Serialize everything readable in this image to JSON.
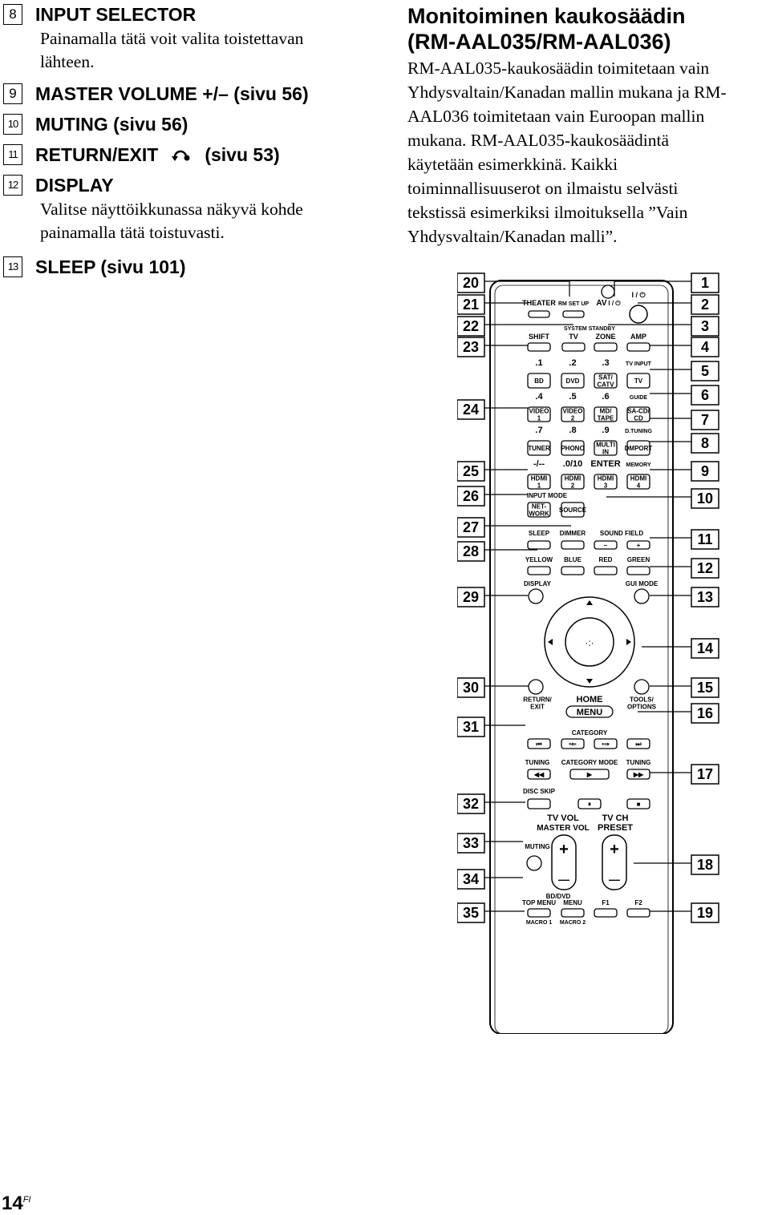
{
  "left_items": [
    {
      "num": "8",
      "title": "INPUT SELECTOR",
      "desc": [
        "Painamalla tätä voit valita toistettavan",
        "lähteen."
      ]
    },
    {
      "num": "9",
      "title": "MASTER VOLUME +/– (sivu 56)",
      "desc": []
    },
    {
      "num": "10",
      "title": "MUTING (sivu 56)",
      "desc": []
    },
    {
      "num": "11",
      "title": "RETURN/EXIT",
      "title_suffix": "(sivu 53)",
      "desc": []
    },
    {
      "num": "12",
      "title": "DISPLAY",
      "desc": [
        "Valitse näyttöikkunassa näkyvä kohde",
        "painamalla tätä toistuvasti."
      ]
    },
    {
      "num": "13",
      "title": "SLEEP (sivu 101)",
      "desc": []
    }
  ],
  "right_title": [
    "Monitoiminen kaukosäädin",
    "(RM-AAL035/RM-AAL036)"
  ],
  "right_body": [
    "RM-AAL035-kaukosäädin toimitetaan vain",
    "Yhdysvaltain/Kanadan mallin mukana ja RM-",
    "AAL036 toimitetaan vain Euroopan mallin",
    "mukana. RM-AAL035-kaukosäädintä",
    "käytetään esimerkkinä. Kaikki",
    "toiminnallisuuserot on ilmaistu selvästi",
    "tekstissä esimerkiksi ilmoituksella ”Vain",
    "Yhdysvaltain/Kanadan malli”."
  ],
  "callouts_left": [
    "20",
    "21",
    "22",
    "23",
    "24",
    "25",
    "26",
    "27",
    "28",
    "29",
    "30",
    "31",
    "32",
    "33",
    "34",
    "35"
  ],
  "callouts_right": [
    "1",
    "2",
    "3",
    "4",
    "5",
    "6",
    "7",
    "8",
    "9",
    "10",
    "11",
    "12",
    "13",
    "14",
    "15",
    "16",
    "17",
    "18",
    "19"
  ],
  "remote": {
    "row1": [
      "THEATER",
      "RM SET UP",
      "AV",
      "I / ⏻"
    ],
    "system_standby": "SYSTEM STANDBY",
    "row2": [
      "SHIFT",
      "TV",
      "ZONE",
      "AMP"
    ],
    "keypad": [
      [
        ".1",
        ".2",
        ".3",
        "TV INPUT"
      ],
      [
        "BD",
        "DVD",
        "SAT/\nCATV",
        "TV"
      ],
      [
        ".4",
        ".5",
        ".6",
        "GUIDE"
      ],
      [
        "VIDEO\n1",
        "VIDEO\n2",
        "MD/\nTAPE",
        "SA-CD/\nCD"
      ],
      [
        ".7",
        ".8",
        ".9",
        "D.TUNING"
      ],
      [
        "TUNER",
        "PHONO",
        "MULTI\nIN",
        "DMPORT"
      ],
      [
        "-/--",
        ".0/10",
        "ENTER",
        "MEMORY"
      ],
      [
        "HDMI\n1",
        "HDMI\n2",
        "HDMI\n3",
        "HDMI\n4"
      ]
    ],
    "input_mode": "INPUT MODE",
    "network": "NET-\nWORK",
    "source": "SOURCE",
    "row_sleep": [
      "SLEEP",
      "DIMMER",
      "SOUND FIELD"
    ],
    "colors": [
      "YELLOW",
      "BLUE",
      "RED",
      "GREEN"
    ],
    "display": "DISPLAY",
    "gui_mode": "GUI MODE",
    "return_exit": "RETURN/\nEXIT",
    "home": "HOME",
    "menu": "MENU",
    "tools": "TOOLS/\nOPTIONS",
    "category": "CATEGORY",
    "tuning": "TUNING",
    "category_mode": "CATEGORY MODE",
    "disc_skip": "DISC SKIP",
    "tv_vol": "TV VOL",
    "master_vol": "MASTER VOL",
    "tv_ch": "TV CH",
    "preset": "PRESET",
    "muting": "MUTING",
    "bd_dvd": "BD/DVD",
    "bottom_row": [
      "TOP MENU",
      "MENU",
      "F1",
      "F2"
    ],
    "macros": [
      "MACRO 1",
      "MACRO 2"
    ]
  },
  "page": {
    "number": "14",
    "suffix": "FI"
  }
}
